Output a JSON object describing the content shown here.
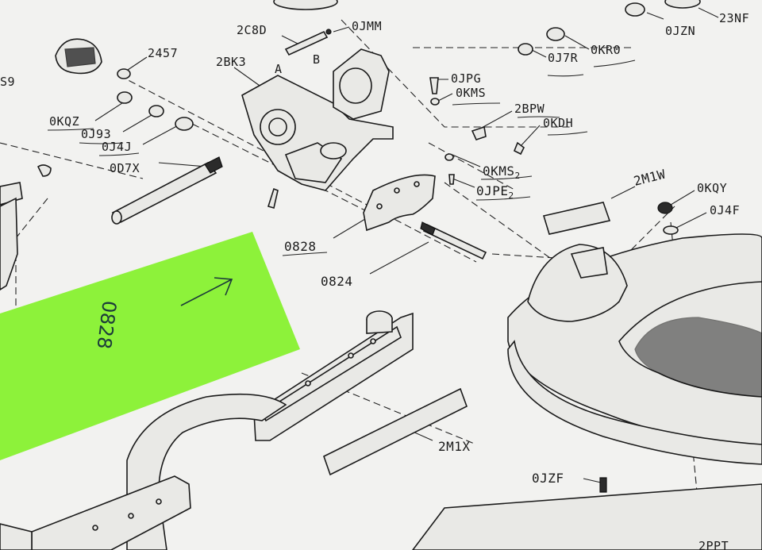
{
  "labels": {
    "2c8d": "2C8D",
    "0jmm": "0JMM",
    "2457": "2457",
    "2bk3": "2BK3",
    "label_a": "A",
    "label_b": "B",
    "s9": "S9",
    "0kqz": "0KQZ",
    "0j93": "0J93",
    "0j4j": "0J4J",
    "0d7x": "0D7X",
    "0jpg": "0JPG",
    "0kms": "0KMS",
    "0kms2": "0KMS",
    "sub2a": "2",
    "0jpe2": "0JPE",
    "sub2b": "2",
    "2bpw": "2BPW",
    "0kdh": "0KDH",
    "0j7r": "0J7R",
    "0kr0": "0KR0",
    "0jzn": "0JZN",
    "23nf": "23NF",
    "2m1w": "2M1W",
    "0kqy": "0KQY",
    "0j4f": "0J4F",
    "0828": "0828",
    "0824": "0824",
    "2m1x": "2M1X",
    "0jzf": "0JZF",
    "2ppt": "2PPT"
  },
  "sticky_note": {
    "color": "#8df23a",
    "handwritten_text": "0828"
  },
  "colors": {
    "paper": "#f2f2f0",
    "ink": "#1a1a1a"
  }
}
